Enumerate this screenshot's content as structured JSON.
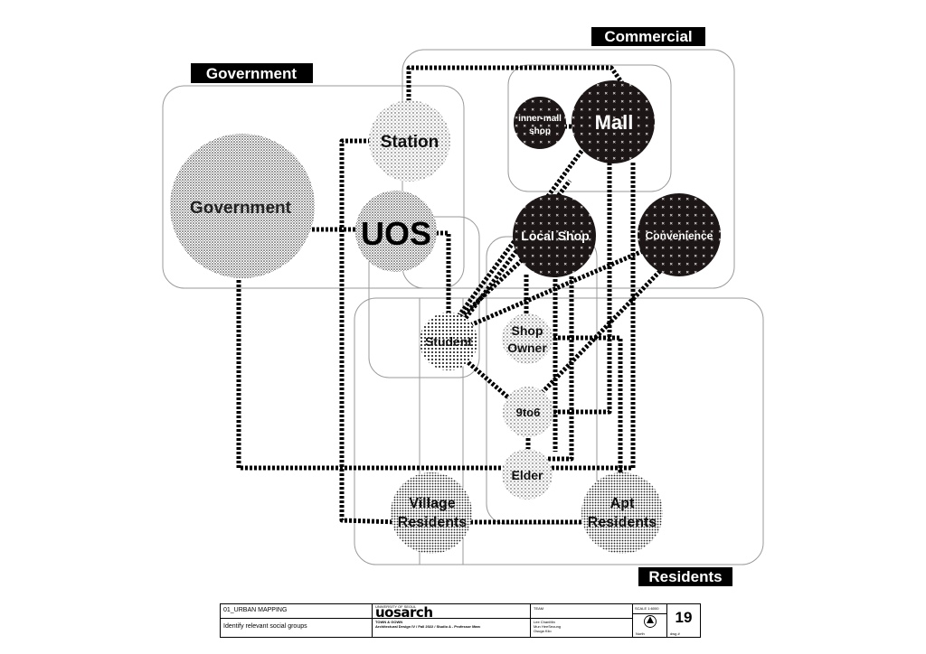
{
  "groups": {
    "government": "Government",
    "commercial": "Commercial",
    "residents": "Residents"
  },
  "nodes": {
    "government": "Government",
    "station": "Station",
    "uos": "UOS",
    "inner_mall_shop": [
      "inner-mall",
      "shop"
    ],
    "mall": "Mall",
    "local_shop": "Local Shop",
    "convenience": "Convenience",
    "student": "Student",
    "shop_owner": [
      "Shop",
      "Owner"
    ],
    "nine_to_six": "9to6",
    "elder": "Elder",
    "village_residents": [
      "Village",
      "Residents"
    ],
    "apt_residents": [
      "Apt",
      "Residents"
    ]
  },
  "title_block": {
    "section": "01_URBAN MAPPING",
    "subject": "Identify relevant social groups",
    "logo_top": "UNIVERSITY OF SEOUL",
    "logo": "uosarch",
    "project": "TOWN & GOWN",
    "course": "Architectural Design IV / Fall 2022 / Studio A - Professor Marc",
    "team_label": "TEAM",
    "members": [
      "Lee ChanMin",
      "Mun HeeSeoung",
      "Osuga Kiio"
    ],
    "scale_label": "SCALE 1:6000",
    "north_label": "North",
    "sheet_number": "19",
    "sheet_label": "dwg #"
  }
}
